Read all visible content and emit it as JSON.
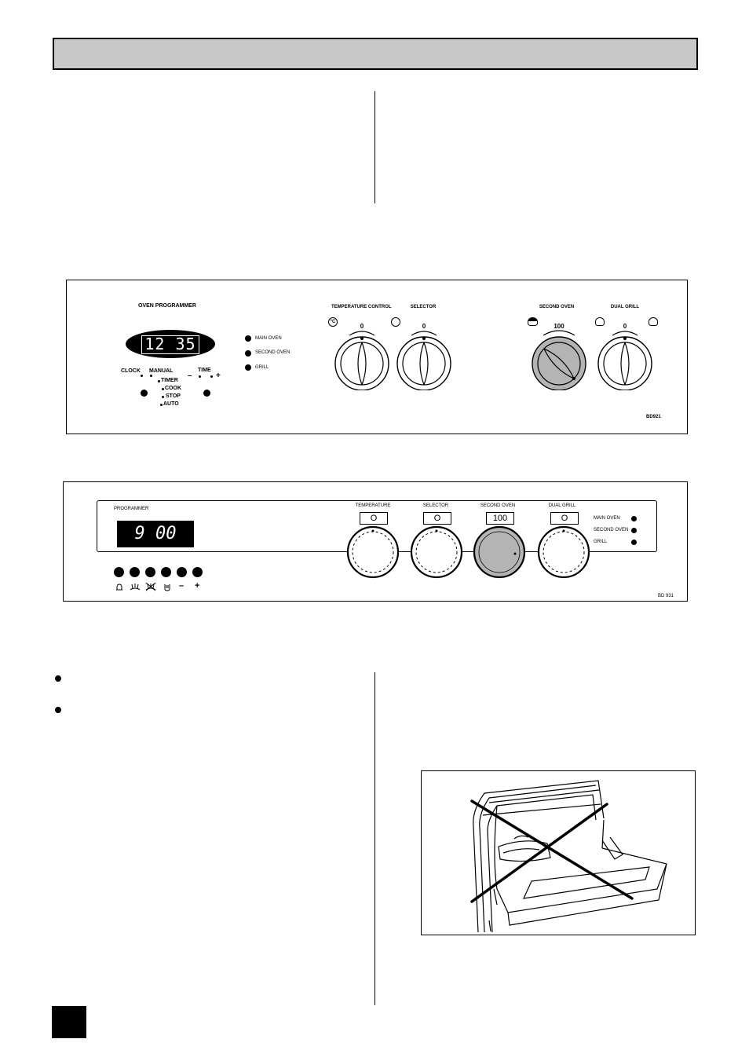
{
  "panel1": {
    "programmer_title": "OVEN PROGRAMMER",
    "display_time": "12 35",
    "clock_label": "CLOCK",
    "manual_label": "MANUAL",
    "time_label": "TIME",
    "minus_symbol": "–",
    "plus_symbol": "+",
    "modes": [
      "TIMER",
      "COOK",
      "STOP",
      "AUTO"
    ],
    "indicators": [
      "MAIN OVEN",
      "SECOND OVEN",
      "GRILL"
    ],
    "knobs": [
      {
        "label": "TEMPERATURE CONTROL",
        "value": "0"
      },
      {
        "label": "SELECTOR",
        "value": "0"
      },
      {
        "label": "SECOND OVEN",
        "value": "100"
      },
      {
        "label": "DUAL GRILL",
        "value": "0"
      }
    ],
    "temp_symbol": "°C",
    "code": "BD921"
  },
  "panel2": {
    "programmer_label": "PROGRAMMER",
    "display_time": "9 00",
    "knobs": [
      {
        "label": "TEMPERATURE",
        "value": "O"
      },
      {
        "label": "SELECTOR",
        "value": "O"
      },
      {
        "label": "SECOND OVEN",
        "value": "100"
      },
      {
        "label": "DUAL GRILL",
        "value": "O"
      }
    ],
    "indicators": [
      "MAIN OVEN",
      "SECOND OVEN",
      "GRILL"
    ],
    "button_symbols": [
      "bell-icon",
      "cook-icon",
      "stop-icon",
      "auto-icon",
      "minus",
      "plus"
    ],
    "minus_symbol": "–",
    "plus_symbol": "+",
    "code": "BD 931"
  },
  "colors": {
    "header_fill": "#c8c8c8",
    "second_oven_knob": "#b4b4b4",
    "display_bg": "#000000",
    "display_text": "#ffffff"
  }
}
